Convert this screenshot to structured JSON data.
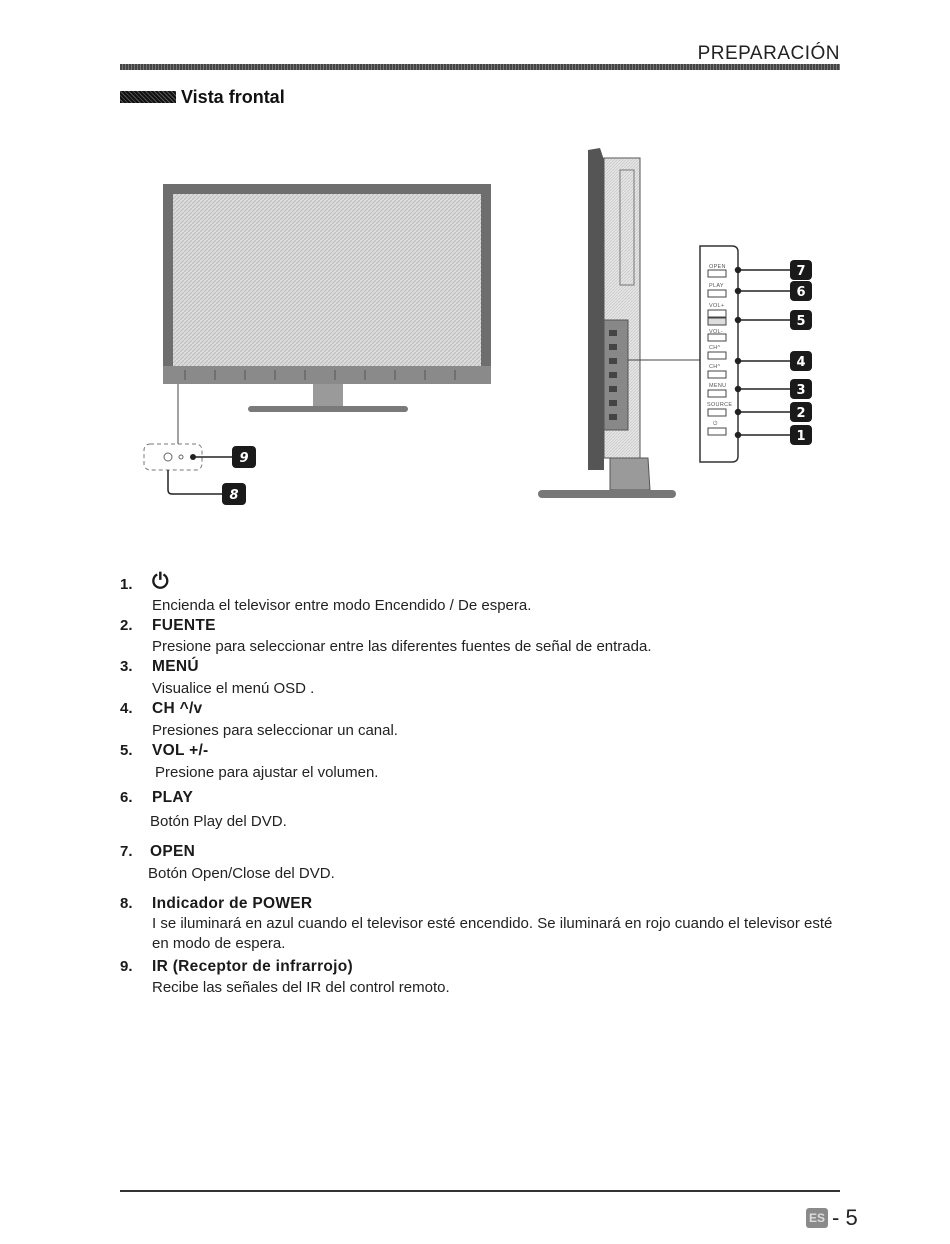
{
  "header": {
    "title": "PREPARACIÓN"
  },
  "section": {
    "title": "Vista frontal"
  },
  "callouts": [
    "1",
    "2",
    "3",
    "4",
    "5",
    "6",
    "7",
    "8",
    "9"
  ],
  "panel": {
    "labels": [
      "OPEN",
      "PLAY",
      "VOL+",
      "VOL-",
      "CH^",
      "CH^",
      "MENU",
      "SOURCE",
      "⏻"
    ]
  },
  "items": [
    {
      "num": "1.",
      "title": "⏻",
      "desc": "Encienda el televisor entre modo Encendido / De espera."
    },
    {
      "num": "2.",
      "title": "FUENTE",
      "desc": "Presione para seleccionar entre las diferentes fuentes de señal de entrada."
    },
    {
      "num": "3.",
      "title": "MENÚ",
      "desc": "Visualice el menú OSD ."
    },
    {
      "num": "4.",
      "title": "CH ^/v",
      "desc": "Presiones para seleccionar un canal."
    },
    {
      "num": "5.",
      "title": "VOL +/-",
      "desc": "Presione para ajustar el volumen."
    },
    {
      "num": "6.",
      "title": "PLAY",
      "desc": "Botón Play del DVD."
    },
    {
      "num": "7.",
      "title": "OPEN",
      "desc": "Botón Open/Close del DVD."
    },
    {
      "num": "8.",
      "title": "Indicador de POWER",
      "desc": "I se iluminará en azul cuando el televisor esté encendido. Se iluminará en rojo cuando el televisor esté en modo de espera."
    },
    {
      "num": "9.",
      "title": "IR (Receptor de infrarrojo)",
      "desc": "Recibe las señales del IR del control remoto."
    }
  ],
  "footer": {
    "lang_badge": "ES",
    "page": "- 5"
  }
}
